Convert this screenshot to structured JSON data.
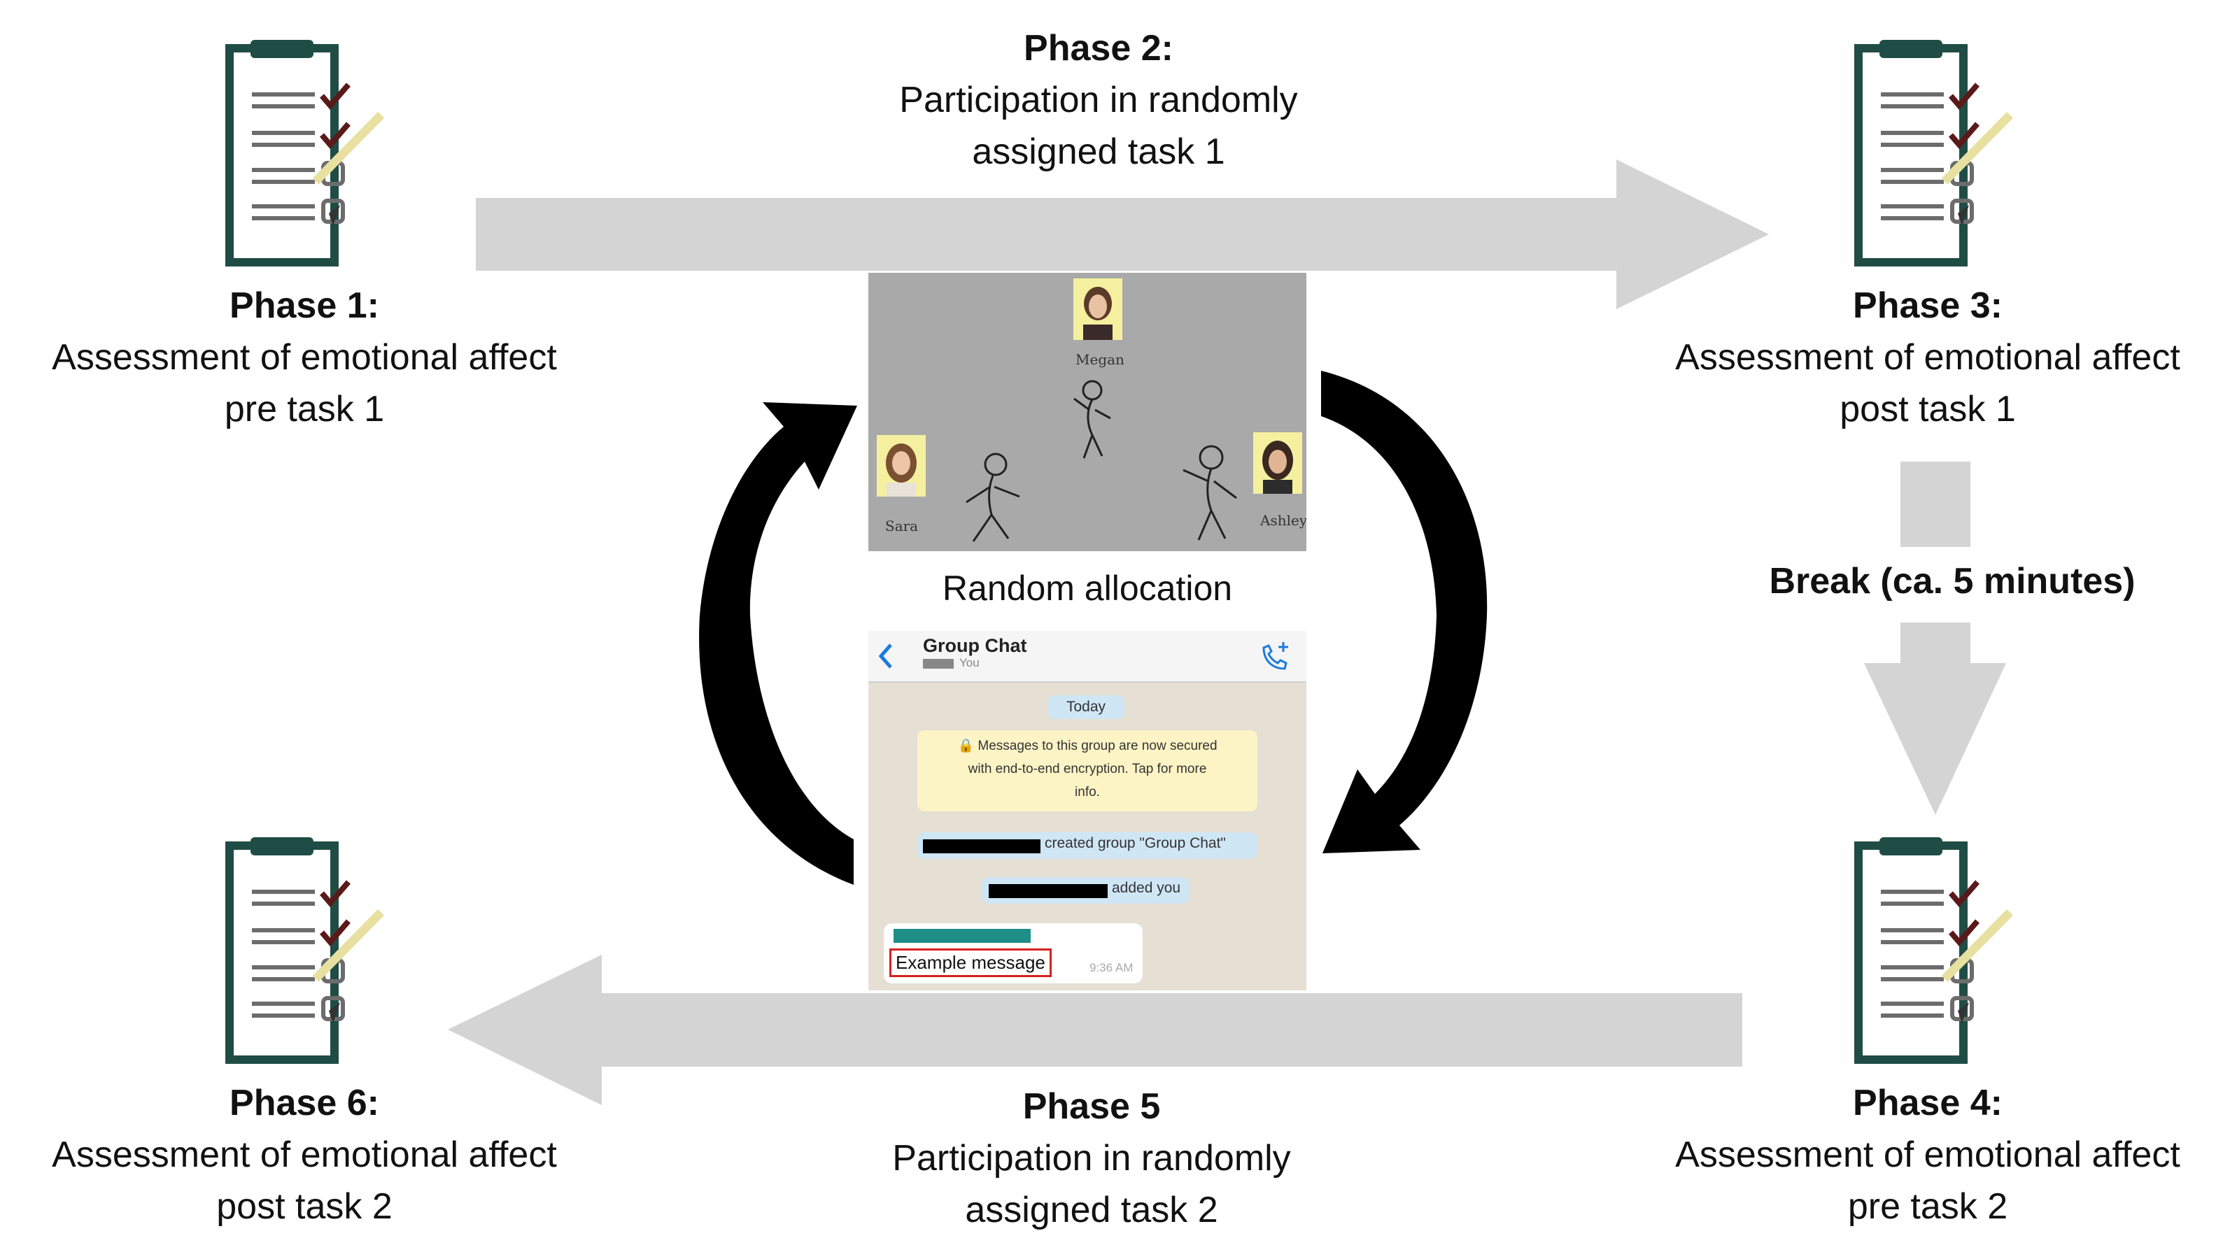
{
  "phases": [
    {
      "heading": "Phase 1:",
      "line1": "Assessment of emotional affect",
      "line2": "pre task 1"
    },
    {
      "heading": "Phase 2:",
      "line1": "Participation in randomly",
      "line2": "assigned task 1"
    },
    {
      "heading": "Phase 3:",
      "line1": "Assessment of emotional affect",
      "line2": "post task 1"
    },
    {
      "heading": "Phase 4:",
      "line1": "Assessment of emotional affect",
      "line2": "pre task 2"
    },
    {
      "heading": "Phase 5",
      "line1": "Participation in randomly",
      "line2": "assigned task 2"
    },
    {
      "heading": "Phase 6:",
      "line1": "Assessment of emotional affect",
      "line2": "post task 2"
    }
  ],
  "break_label": "Break (ca. 5 minutes)",
  "random_allocation_label": "Random allocation",
  "cyberball": {
    "players": [
      "Megan",
      "Sara",
      "Ashley"
    ]
  },
  "chat": {
    "title": "Group Chat",
    "subtitle": "You",
    "date_badge": "Today",
    "encryption_notice": [
      "🔒 Messages to this group are now secured",
      "with end-to-end encryption. Tap for more",
      "info."
    ],
    "created_group": "created group \"Group Chat\"",
    "added_you": "added you",
    "example_message": "Example message",
    "message_time": "9:36 AM"
  },
  "colors": {
    "flow_arrow": "#d4d4d4",
    "cycle_arrow": "#000000",
    "clipboard": "#1f4d45",
    "check": "#5a1a1a"
  },
  "icons": [
    "clipboard-checklist-icon",
    "pencil-icon",
    "back-chevron-icon",
    "add-call-icon"
  ]
}
